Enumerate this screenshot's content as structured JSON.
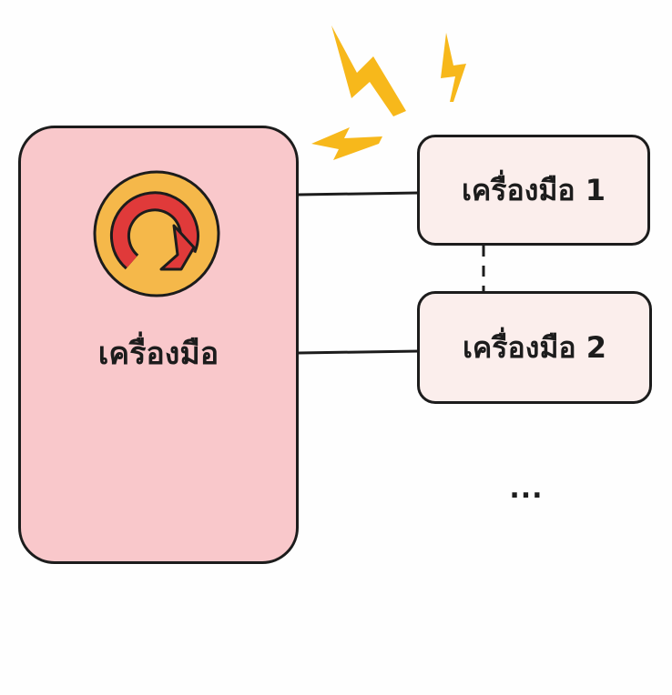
{
  "main": {
    "label": "เครื่องมือ",
    "icon": "refresh-icon"
  },
  "tools": [
    {
      "label": "เครื่องมือ 1"
    },
    {
      "label": "เครื่องมือ 2"
    }
  ],
  "more": "...",
  "colors": {
    "main_fill": "#f9c8cb",
    "tool_fill": "#fbeeec",
    "icon_circle": "#f5b84a",
    "icon_arrow": "#e03a3a",
    "bolt": "#f7b81b",
    "stroke": "#1c1c1c"
  }
}
